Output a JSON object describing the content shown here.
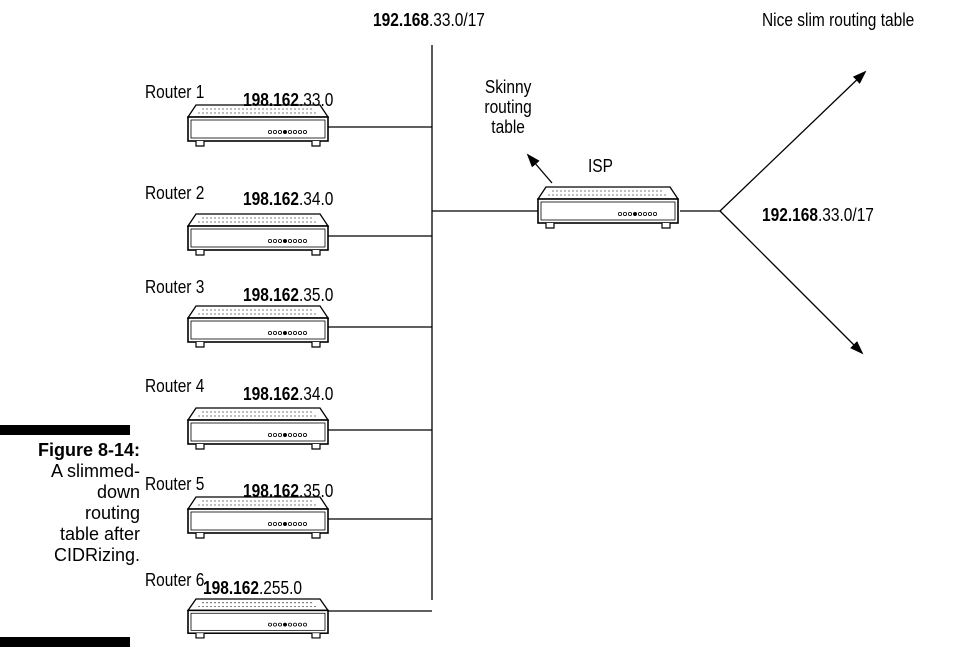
{
  "figure": {
    "number": "Figure 8-14:",
    "caption_lines": [
      "A slimmed-",
      "down",
      "routing",
      "table after",
      "CIDRizing."
    ]
  },
  "top_network": {
    "prefix_bold": "192.168",
    "suffix": ".33.0/17"
  },
  "routers": [
    {
      "name": "Router 1",
      "net_bold": "198.162",
      "net_suffix": ".33.0"
    },
    {
      "name": "Router 2",
      "net_bold": "198.162",
      "net_suffix": ".34.0"
    },
    {
      "name": "Router 3",
      "net_bold": "198.162",
      "net_suffix": ".35.0"
    },
    {
      "name": "Router 4",
      "net_bold": "198.162",
      "net_suffix": ".34.0"
    },
    {
      "name": "Router 5",
      "net_bold": "198.162",
      "net_suffix": ".35.0"
    },
    {
      "name": "Router 6",
      "net_bold": "198.162",
      "net_suffix": ".255.0"
    }
  ],
  "isp": {
    "label": "ISP",
    "skinny_note": [
      "Skinny",
      "routing",
      "table"
    ]
  },
  "right_network": {
    "prefix_bold": "192.168",
    "suffix": ".33.0/17"
  },
  "slim_note": "Nice slim routing table",
  "colors": {
    "line": "#000000",
    "device_fill": "#ffffff"
  },
  "icons": {
    "router": "router-device-icon",
    "arrow": "arrow-icon"
  }
}
